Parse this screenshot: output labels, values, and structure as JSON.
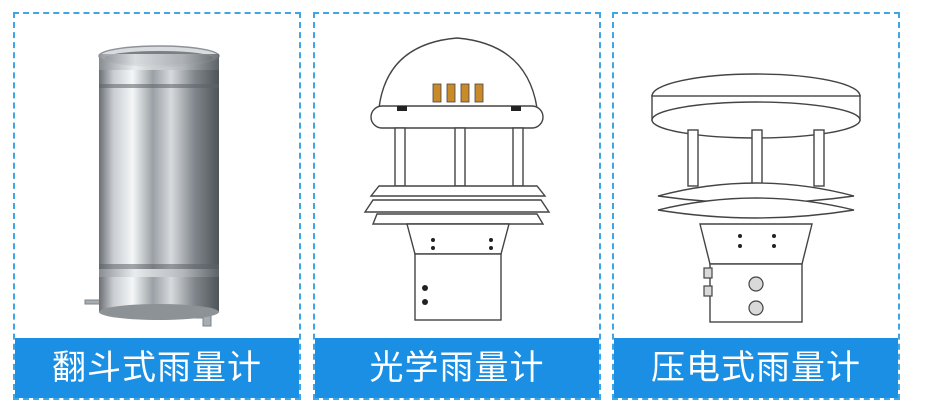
{
  "cards": [
    {
      "caption": "翻斗式雨量计",
      "image": "tipping-bucket-rain-gauge-icon"
    },
    {
      "caption": "光学雨量计",
      "image": "optical-rain-gauge-icon"
    },
    {
      "caption": "压电式雨量计",
      "image": "piezoelectric-rain-gauge-icon"
    }
  ],
  "colors": {
    "accent": "#1a8fe3",
    "border": "#3fa6e6",
    "caption_text": "#ffffff"
  }
}
